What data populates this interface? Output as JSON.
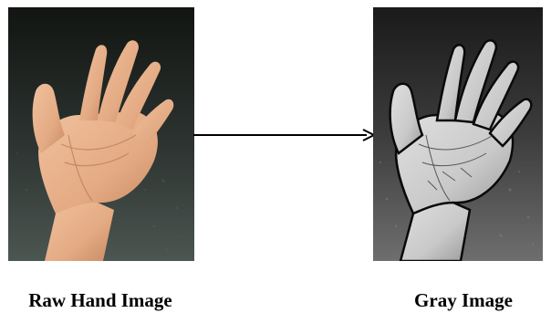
{
  "left_panel": {
    "caption": "Raw Hand Image",
    "picture": "hand-photo",
    "colors": {
      "skin": "#e9b48e",
      "skin_shadow": "#c98a62",
      "background_top": "#121512",
      "background_bottom": "#4c5651"
    }
  },
  "right_panel": {
    "caption": "Gray Image",
    "picture": "grayscale-hand",
    "colors": {
      "hand": "#c9c9c9",
      "outline": "#0a0a0a",
      "background_top": "#1a1a1a",
      "background_bottom": "#6e6e6e"
    }
  },
  "connector": {
    "type": "arrow",
    "direction": "right",
    "color": "#000000"
  }
}
